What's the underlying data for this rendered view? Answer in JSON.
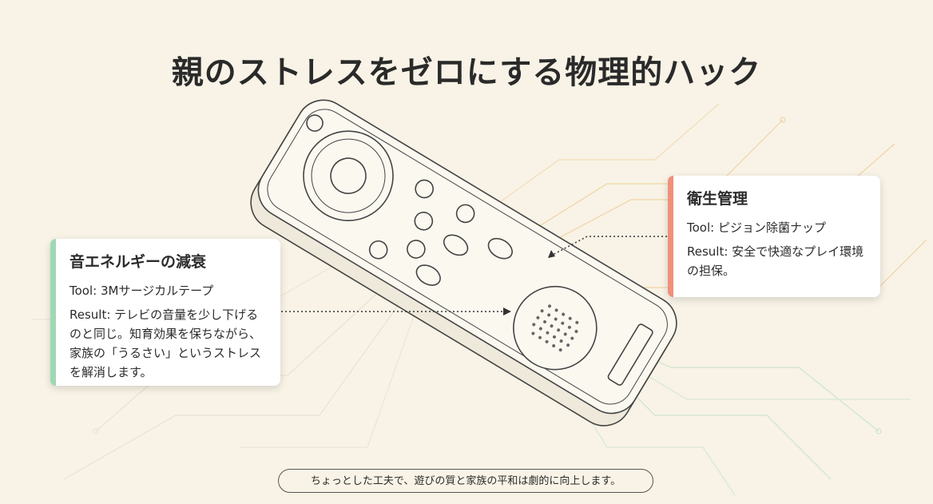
{
  "title": "親のストレスをゼロにする物理的ハック",
  "cards": [
    {
      "heading": "音エネルギーの減衰",
      "tool": "Tool: 3Mサージカルテープ",
      "result": "Result: テレビの音量を少し下げるのと同じ。知育効果を保ちながら、家族の「うるさい」というストレスを解消します。",
      "accent": "#9fd8b4"
    },
    {
      "heading": "衛生管理",
      "tool": "Tool: ピジョン除菌ナップ",
      "result": "Result: 安全で快適なプレイ環境の担保。",
      "accent": "#f0907a"
    }
  ],
  "footer": "ちょっとした工夫で、遊びの質と家族の平和は劇的に向上します。"
}
